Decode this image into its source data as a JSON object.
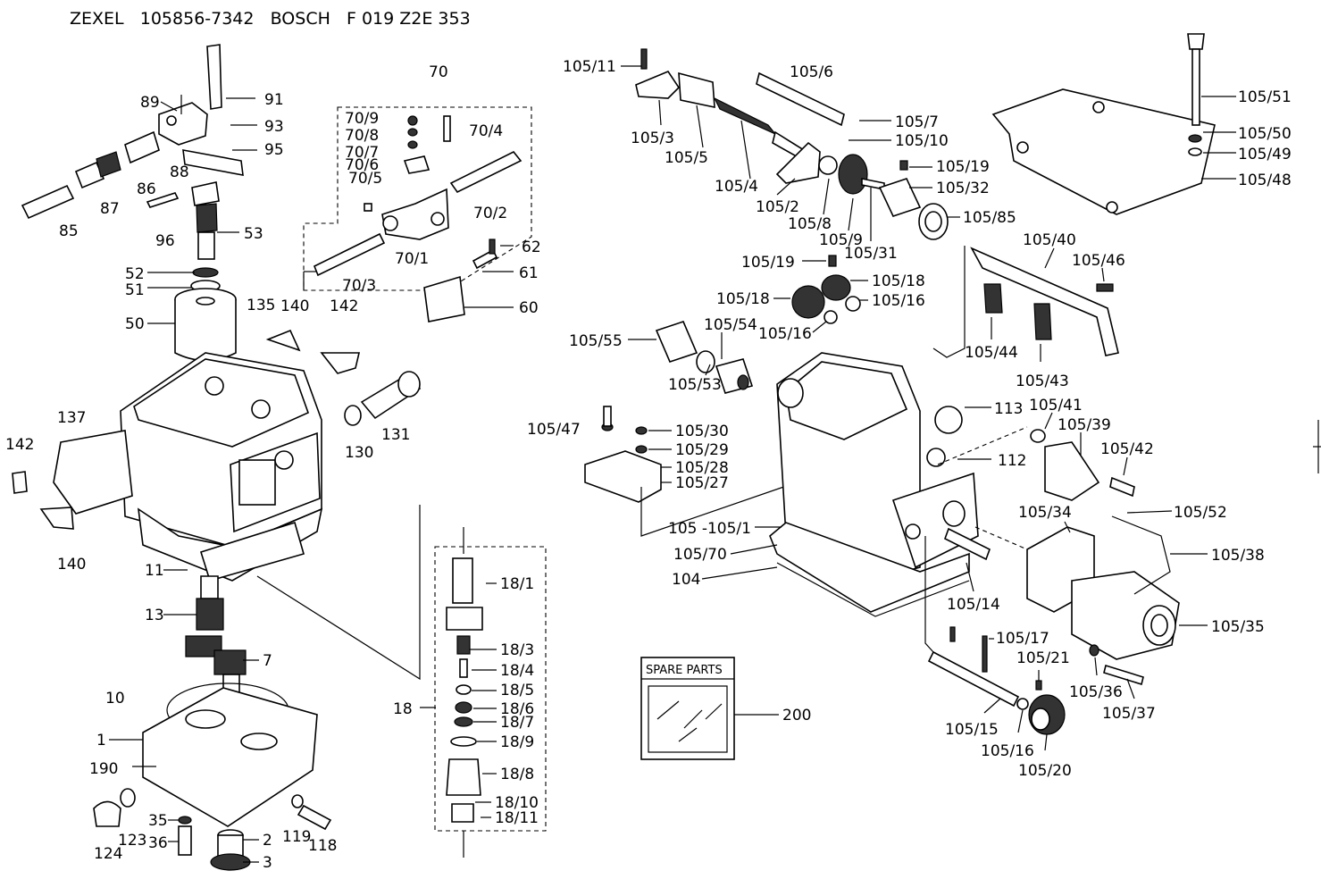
{
  "header": {
    "title": "ZEXEL   105856-7342   BOSCH   F 019 Z2E 353"
  },
  "spare_parts_box": {
    "label": "SPARE PARTS",
    "number": "200"
  },
  "labels": {
    "70": "70",
    "70_9": "70/9",
    "70_8": "70/8",
    "70_7": "70/7",
    "70_6": "70/6",
    "70_5": "70/5",
    "70_4": "70/4",
    "70_2": "70/2",
    "70_1": "70/1",
    "70_3": "70/3",
    "89": "89",
    "91": "91",
    "93": "93",
    "95": "95",
    "88": "88",
    "86": "86",
    "87": "87",
    "85": "85",
    "96": "96",
    "53": "53",
    "52": "52",
    "51": "51",
    "50": "50",
    "62": "62",
    "61": "61",
    "60": "60",
    "135": "135",
    "140a": "140",
    "142a": "142",
    "137": "137",
    "142b": "142",
    "140b": "140",
    "130": "130",
    "131": "131",
    "11": "11",
    "13": "13",
    "7": "7",
    "10": "10",
    "1": "1",
    "190": "190",
    "35": "35",
    "36": "36",
    "123": "123",
    "124": "124",
    "2": "2",
    "3": "3",
    "119": "119",
    "118": "118",
    "18": "18",
    "18_1": "18/1",
    "18_3": "18/3",
    "18_4": "18/4",
    "18_5": "18/5",
    "18_6": "18/6",
    "18_7": "18/7",
    "18_9": "18/9",
    "18_8": "18/8",
    "18_10": "18/10",
    "18_11": "18/11",
    "105_11": "105/11",
    "105_6": "105/6",
    "105_7": "105/7",
    "105_10": "105/10",
    "105_3": "105/3",
    "105_5": "105/5",
    "105_4": "105/4",
    "105_19a": "105/19",
    "105_32": "105/32",
    "105_2": "105/2",
    "105_8": "105/8",
    "105_9": "105/9",
    "105_31": "105/31",
    "105_85": "105/85",
    "105_19b": "105/19",
    "105_18a": "105/18",
    "105_18b": "105/18",
    "105_16a": "105/16",
    "105_16b": "105/16",
    "105_54": "105/54",
    "105_55": "105/55",
    "105_53": "105/53",
    "105_47": "105/47",
    "105_30": "105/30",
    "105_29": "105/29",
    "105_28": "105/28",
    "105_27": "105/27",
    "105_1": "105 -105/1",
    "105_70": "105/70",
    "104": "104",
    "113": "113",
    "112": "112",
    "105_14": "105/14",
    "105_17": "105/17",
    "105_21": "105/21",
    "105_15": "105/15",
    "105_16c": "105/16",
    "105_20": "105/20",
    "105_51": "105/51",
    "105_50": "105/50",
    "105_49": "105/49",
    "105_48": "105/48",
    "105_40": "105/40",
    "105_46": "105/46",
    "105_44": "105/44",
    "105_43": "105/43",
    "105_41": "105/41",
    "105_39": "105/39",
    "105_42": "105/42",
    "105_34": "105/34",
    "105_52": "105/52",
    "105_38": "105/38",
    "105_35": "105/35",
    "105_36": "105/36",
    "105_37": "105/37"
  }
}
